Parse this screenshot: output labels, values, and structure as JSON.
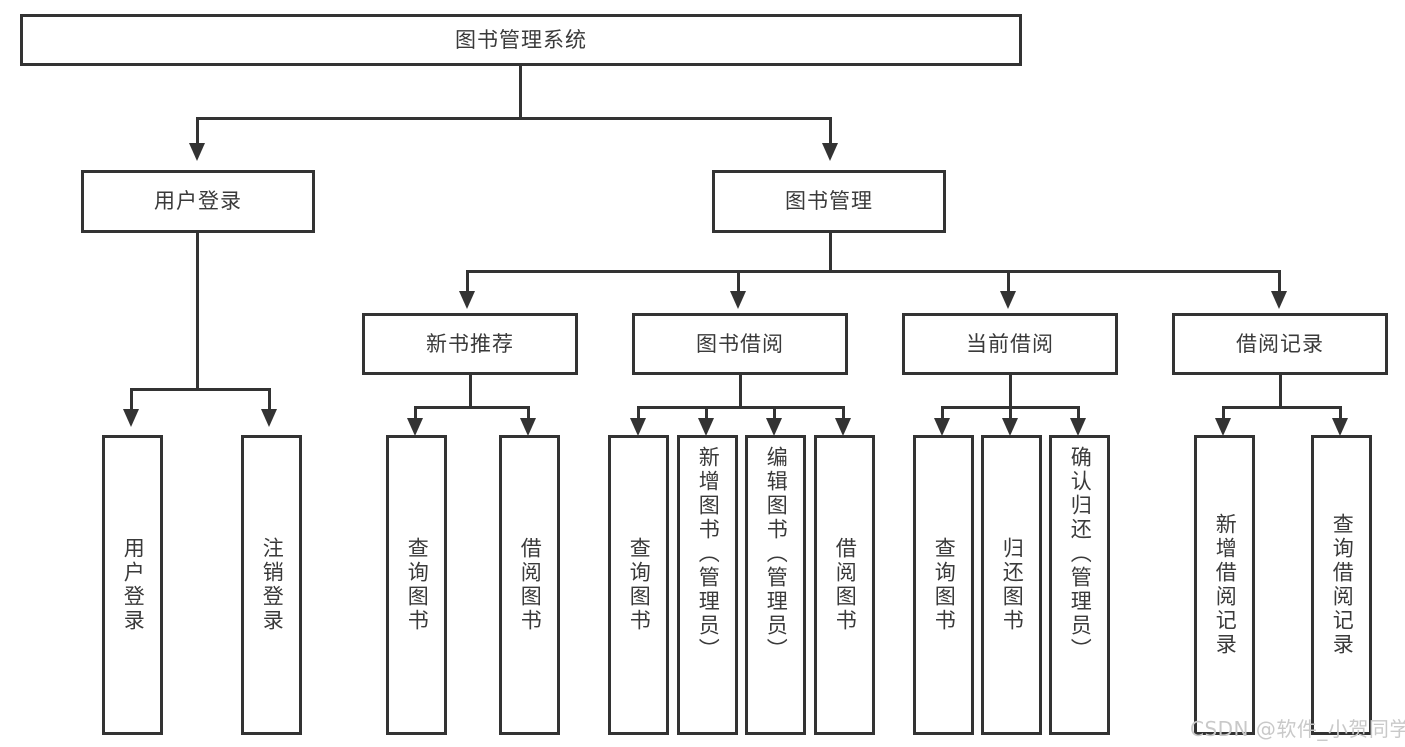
{
  "diagram": {
    "type": "tree-hierarchy",
    "title": "图书管理系统",
    "root": {
      "id": "root",
      "label": "图书管理系统",
      "level": 0
    },
    "level1": [
      {
        "id": "user-login",
        "label": "用户登录"
      },
      {
        "id": "book-manage",
        "label": "图书管理"
      }
    ],
    "level2": [
      {
        "id": "new-book-recommend",
        "label": "新书推荐",
        "parent": "book-manage"
      },
      {
        "id": "book-borrow",
        "label": "图书借阅",
        "parent": "book-manage"
      },
      {
        "id": "current-borrow",
        "label": "当前借阅",
        "parent": "book-manage"
      },
      {
        "id": "borrow-record",
        "label": "借阅记录",
        "parent": "book-manage"
      }
    ],
    "leaves": [
      {
        "id": "leaf-user-login",
        "label": "用户登录",
        "parent": "user-login"
      },
      {
        "id": "leaf-logout-login",
        "label": "注销登录",
        "parent": "user-login"
      },
      {
        "id": "leaf-query-book-1",
        "label": "查询图书",
        "parent": "new-book-recommend"
      },
      {
        "id": "leaf-borrow-book-1",
        "label": "借阅图书",
        "parent": "new-book-recommend"
      },
      {
        "id": "leaf-query-book-2",
        "label": "查询图书",
        "parent": "book-borrow"
      },
      {
        "id": "leaf-add-book",
        "label": "新增图书（管理员）",
        "parent": "book-borrow"
      },
      {
        "id": "leaf-edit-book",
        "label": "编辑图书（管理员）",
        "parent": "book-borrow"
      },
      {
        "id": "leaf-borrow-book-2",
        "label": "借阅图书",
        "parent": "book-borrow"
      },
      {
        "id": "leaf-query-book-3",
        "label": "查询图书",
        "parent": "current-borrow"
      },
      {
        "id": "leaf-return-book",
        "label": "归还图书",
        "parent": "current-borrow"
      },
      {
        "id": "leaf-confirm-return",
        "label": "确认归还（管理员）",
        "parent": "current-borrow"
      },
      {
        "id": "leaf-add-record",
        "label": "新增借阅记录",
        "parent": "borrow-record"
      },
      {
        "id": "leaf-query-record",
        "label": "查询借阅记录",
        "parent": "borrow-record"
      }
    ],
    "colors": {
      "stroke": "#333333",
      "text": "#3a3a3a",
      "background": "#ffffff",
      "watermark": "#c9c9c9"
    }
  },
  "watermark": {
    "text": "CSDN @软件_小贺同学"
  }
}
